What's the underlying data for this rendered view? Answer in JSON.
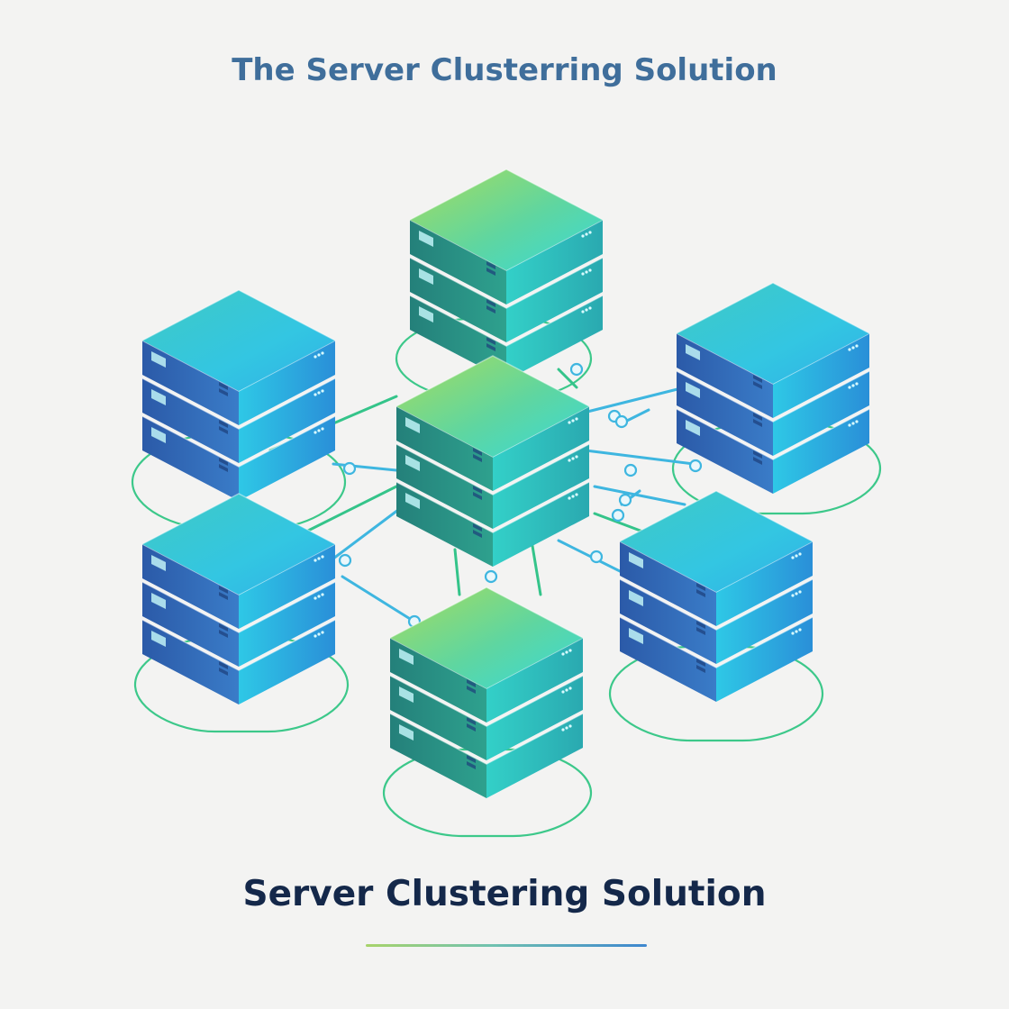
{
  "header": {
    "title": "The Server Clusterring Solution"
  },
  "footer": {
    "caption": "Server Clustering Solution"
  },
  "diagram": {
    "node_count": 6,
    "hub_count": 1,
    "units_per_stack": 3,
    "colors": {
      "background": "#f3f3f2",
      "link_blue": "#3eb6e0",
      "link_green": "#34c48a",
      "ring_green": "#3cc88a",
      "top_title": "#3f6e9b",
      "bottom_title": "#14284a",
      "green_top": "#9fd860",
      "cyan_top": "#36d6e0",
      "blue_side": "#2f5fb0"
    },
    "icons": [
      "server-rack-icon",
      "network-link-icon",
      "connector-node-icon"
    ]
  }
}
